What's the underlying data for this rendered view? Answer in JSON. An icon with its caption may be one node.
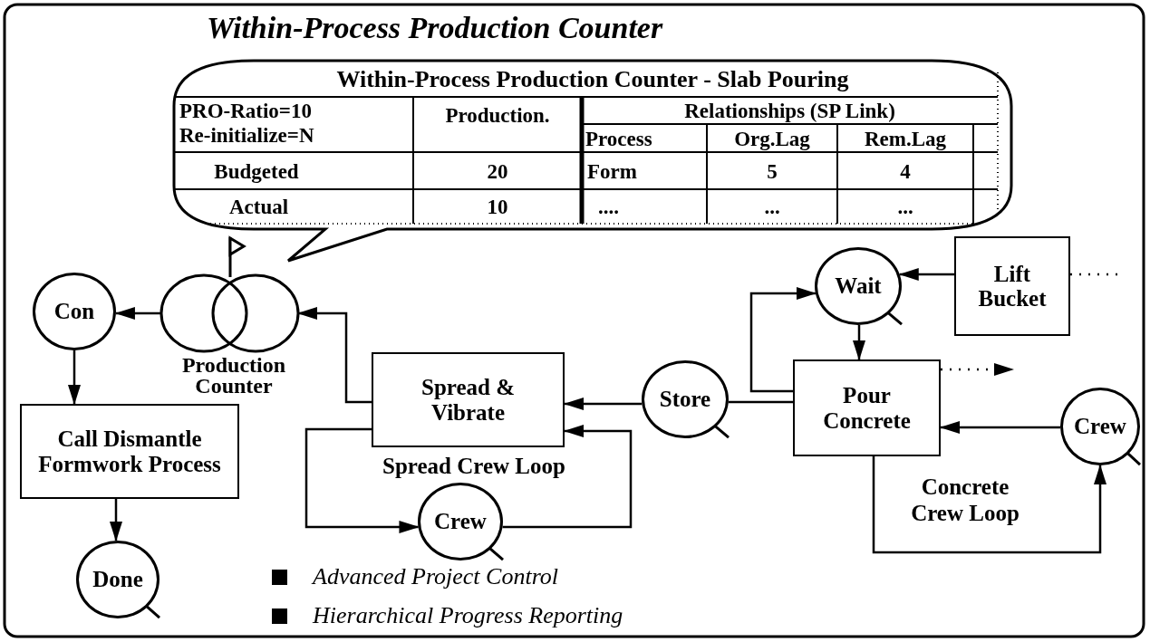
{
  "diagram": {
    "title": "Within-Process Production Counter",
    "nodes": [
      {
        "text": [
          "Within-Process Production Counter - Slab Pouring"
        ]
      },
      {
        "text": [
          "Con"
        ]
      },
      {
        "text": [
          "Production Counter"
        ]
      },
      {
        "text": [
          "Call Dismantle Formwork Process"
        ]
      },
      {
        "text": [
          "Done"
        ]
      },
      {
        "text": [
          "Spread & Vibrate"
        ]
      },
      {
        "text": [
          "Crew"
        ]
      },
      {
        "text": [
          "Store"
        ]
      },
      {
        "text": [
          "Wait"
        ]
      },
      {
        "text": [
          "Lift Bucket"
        ]
      },
      {
        "text": [
          "Pour Concrete"
        ]
      },
      {
        "text": [
          "Crew"
        ]
      }
    ],
    "edges": [
      {
        "from": 2,
        "to": 1,
        "arrow": "to"
      },
      {
        "from": 1,
        "to": 3,
        "arrow": "to"
      },
      {
        "from": 3,
        "to": 4,
        "arrow": "to"
      },
      {
        "from": 5,
        "to": 2,
        "arrow": "to"
      },
      {
        "from": 5,
        "to": 6,
        "arrow": "to"
      },
      {
        "from": 6,
        "to": 5,
        "arrow": "to"
      },
      {
        "from": 7,
        "to": 5,
        "arrow": "to"
      },
      {
        "from": 10,
        "to": 7,
        "arrow": "none"
      },
      {
        "from": 10,
        "to": 8,
        "arrow": "to"
      },
      {
        "from": 8,
        "to": 10,
        "arrow": "to"
      },
      {
        "from": 9,
        "to": 8,
        "arrow": "to"
      },
      {
        "from": 11,
        "to": 10,
        "arrow": "to"
      },
      {
        "from": 10,
        "to": 11,
        "arrow": "to"
      },
      {
        "from": 9,
        "to": null,
        "arrow": "none",
        "style": "dashed"
      },
      {
        "from": 10,
        "to": null,
        "arrow": "to",
        "style": "dashed"
      }
    ],
    "labels": [
      "PRO-Ratio=10",
      "Re-initialize=N",
      "Production.",
      "Relationships (SP Link)",
      "Process",
      "Org.Lag",
      "Rem.Lag",
      "Budgeted",
      "20",
      "Form",
      "5",
      "4",
      "Actual",
      "10",
      "....",
      "...",
      "...",
      "Spread Crew Loop",
      "Concrete Crew Loop",
      "Advanced Project Control",
      "Hierarchical Progress Reporting"
    ]
  }
}
